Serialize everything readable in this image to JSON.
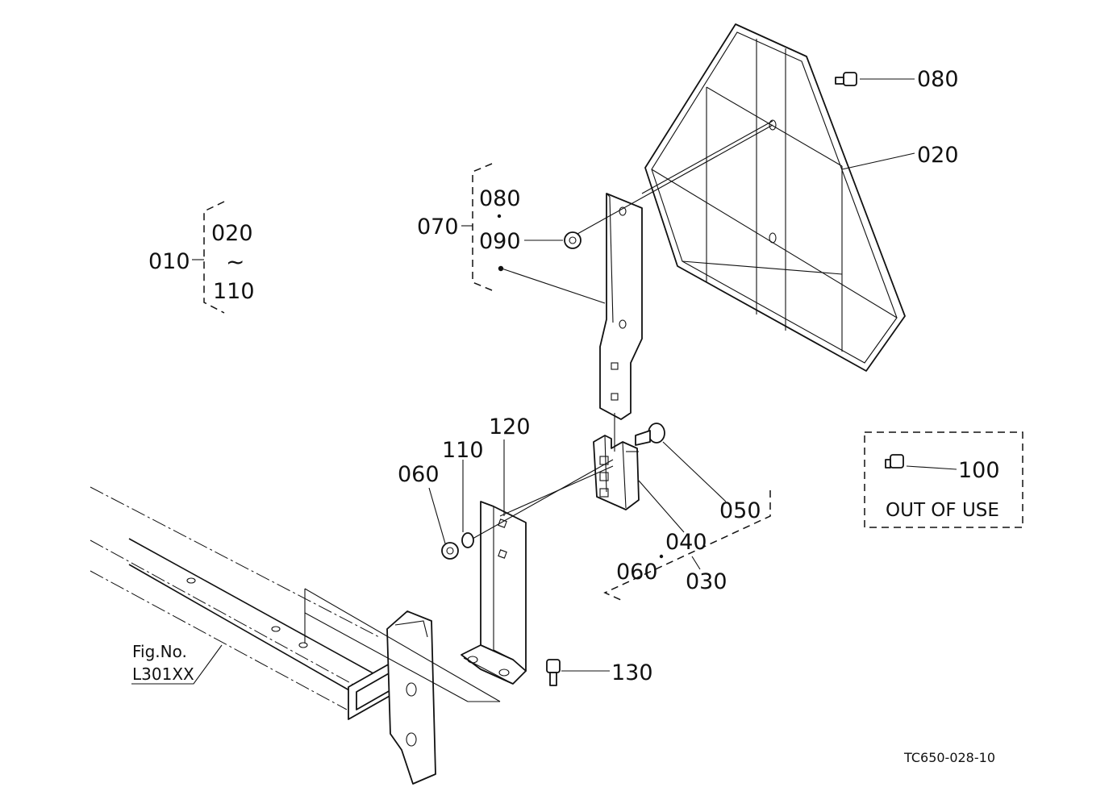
{
  "callouts": {
    "c010": "010",
    "c010_from": "020",
    "c010_sep": "~",
    "c010_to": "110",
    "c070": "070",
    "c070_a": "080",
    "c070_b": "090",
    "c020": "020",
    "c080": "080",
    "c120": "120",
    "c110": "110",
    "c060a": "060",
    "c050": "050",
    "c040": "040",
    "c060b": "060",
    "c030": "030",
    "c130": "130",
    "c100": "100"
  },
  "notes": {
    "out_of_use": "OUT OF USE",
    "fig_ref_line1": "Fig.No.",
    "fig_ref_line2": "L301XX",
    "drawing_id": "TC650-028-10"
  }
}
